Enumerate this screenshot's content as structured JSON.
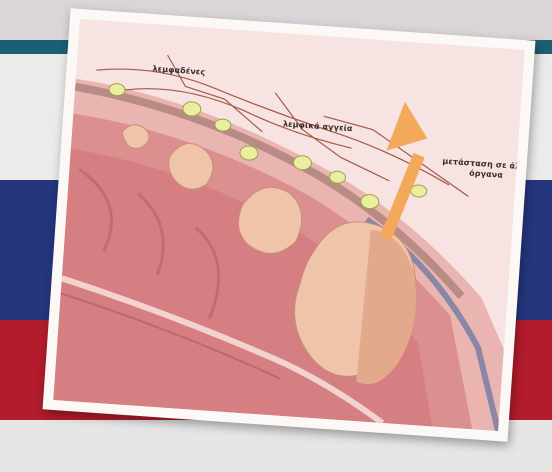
{
  "labels": {
    "lymph_nodes": "λεμφαδένες",
    "lymph_vessels": "λεμφικά αγγεία",
    "spread": "μετάσταση σε άλλα όργανα"
  },
  "colors": {
    "card_bg": "#f7e3e1",
    "tissue": "#e7a7a4",
    "tumor": "#f0c4a8",
    "arrow": "#f3a85a",
    "node": "#e9ef9f",
    "stripe_blue": "#25367f",
    "stripe_red": "#b31c2c"
  }
}
